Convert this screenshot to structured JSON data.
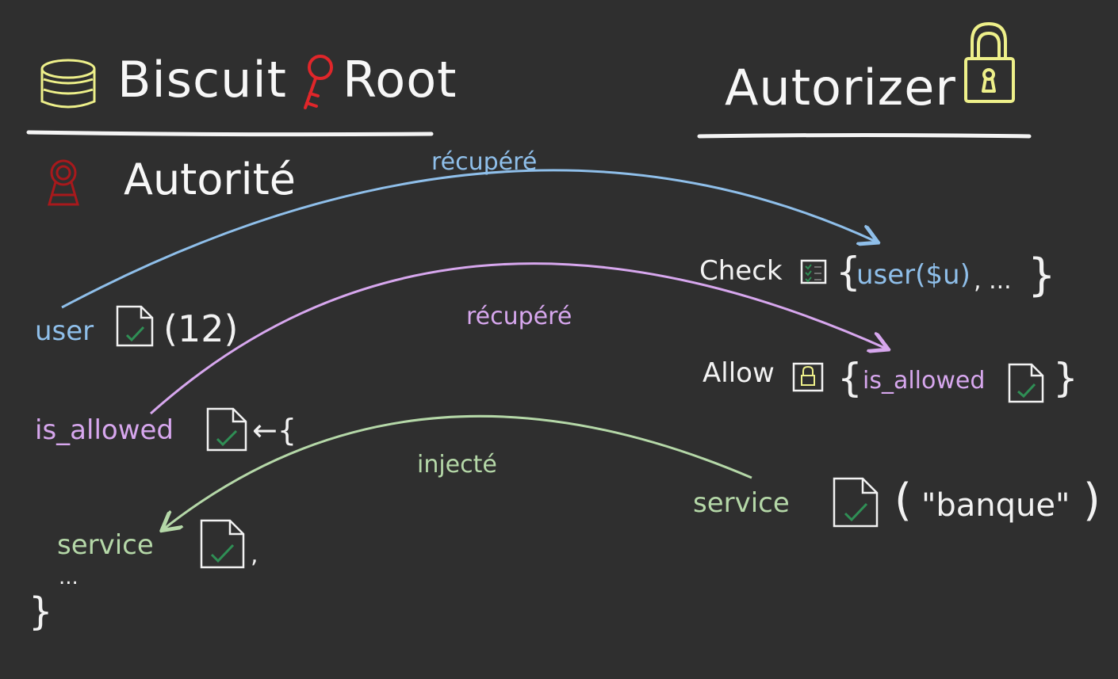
{
  "header_left": {
    "biscuit": "Biscuit",
    "root": "Root",
    "autorite": "Autorité"
  },
  "header_right": {
    "autorizer": "Autorizer"
  },
  "left_facts": {
    "user": {
      "name": "user",
      "arg": "(12)"
    },
    "is_allowed": {
      "name": "is_allowed",
      "suffix": "←{"
    },
    "service": {
      "name": "service",
      "suffix": ","
    },
    "ellipsis": "...",
    "close_brace": "}"
  },
  "right_rules": {
    "check": {
      "keyword": "Check",
      "open": "{",
      "pred": "user($u)",
      "rest": ", ...",
      "close": "}"
    },
    "allow": {
      "keyword": "Allow",
      "open": "{",
      "pred": "is_allowed",
      "close": "}"
    },
    "service": {
      "name": "service",
      "open": "(",
      "value": "\"banque\"",
      "close": ")"
    }
  },
  "arrows": {
    "recupere_1": "récupéré",
    "recupere_2": "récupéré",
    "injecte": "injecté"
  },
  "colors": {
    "background": "#2f2f2f",
    "white": "#f2f2f2",
    "blue": "#8fbfea",
    "purple": "#d7a7ee",
    "green": "#b5d8a8",
    "yellow": "#eef08a",
    "red": "#e0262a",
    "dark_red": "#a8191c",
    "check_green": "#2f8f55"
  }
}
